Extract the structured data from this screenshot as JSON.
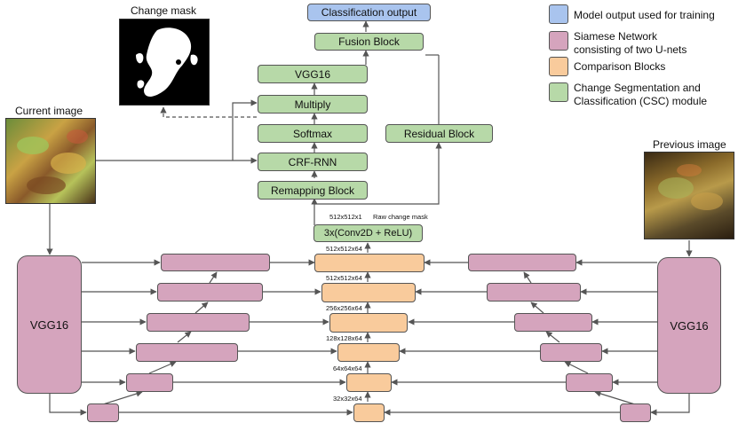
{
  "colors": {
    "output": "#a9c4ee",
    "siamese": "#d5a4bd",
    "comparison": "#f9cb9c",
    "csc": "#b7d9a8"
  },
  "legend": [
    {
      "label": "Model output used for training",
      "color": "#a9c4ee"
    },
    {
      "label": "Siamese Network\nconsisting of two U-nets",
      "color": "#d5a4bd"
    },
    {
      "label": "Comparison Blocks",
      "color": "#f9cb9c"
    },
    {
      "label": "Change Segmentation and\nClassification (CSC) module",
      "color": "#b7d9a8"
    }
  ],
  "images": {
    "current": "Current image",
    "previous": "Previous image",
    "change_mask": "Change mask"
  },
  "csc": {
    "classification_output": "Classification output",
    "fusion_block": "Fusion Block",
    "vgg16": "VGG16",
    "multiply": "Multiply",
    "softmax": "Softmax",
    "crf_rnn": "CRF-RNN",
    "remapping_block": "Remapping Block",
    "residual_block": "Residual Block"
  },
  "conv_block": "3x(Conv2D + ReLU)",
  "raw_change_mask": "Raw change mask",
  "encoders": {
    "left": "VGG16",
    "right": "VGG16"
  },
  "dims": {
    "d512x1": "512x512x1",
    "d512a": "512x512x64",
    "d512b": "512x512x64",
    "d256": "256x256x64",
    "d128": "128x128x64",
    "d64": "64x64x64",
    "d32": "32x32x64"
  }
}
